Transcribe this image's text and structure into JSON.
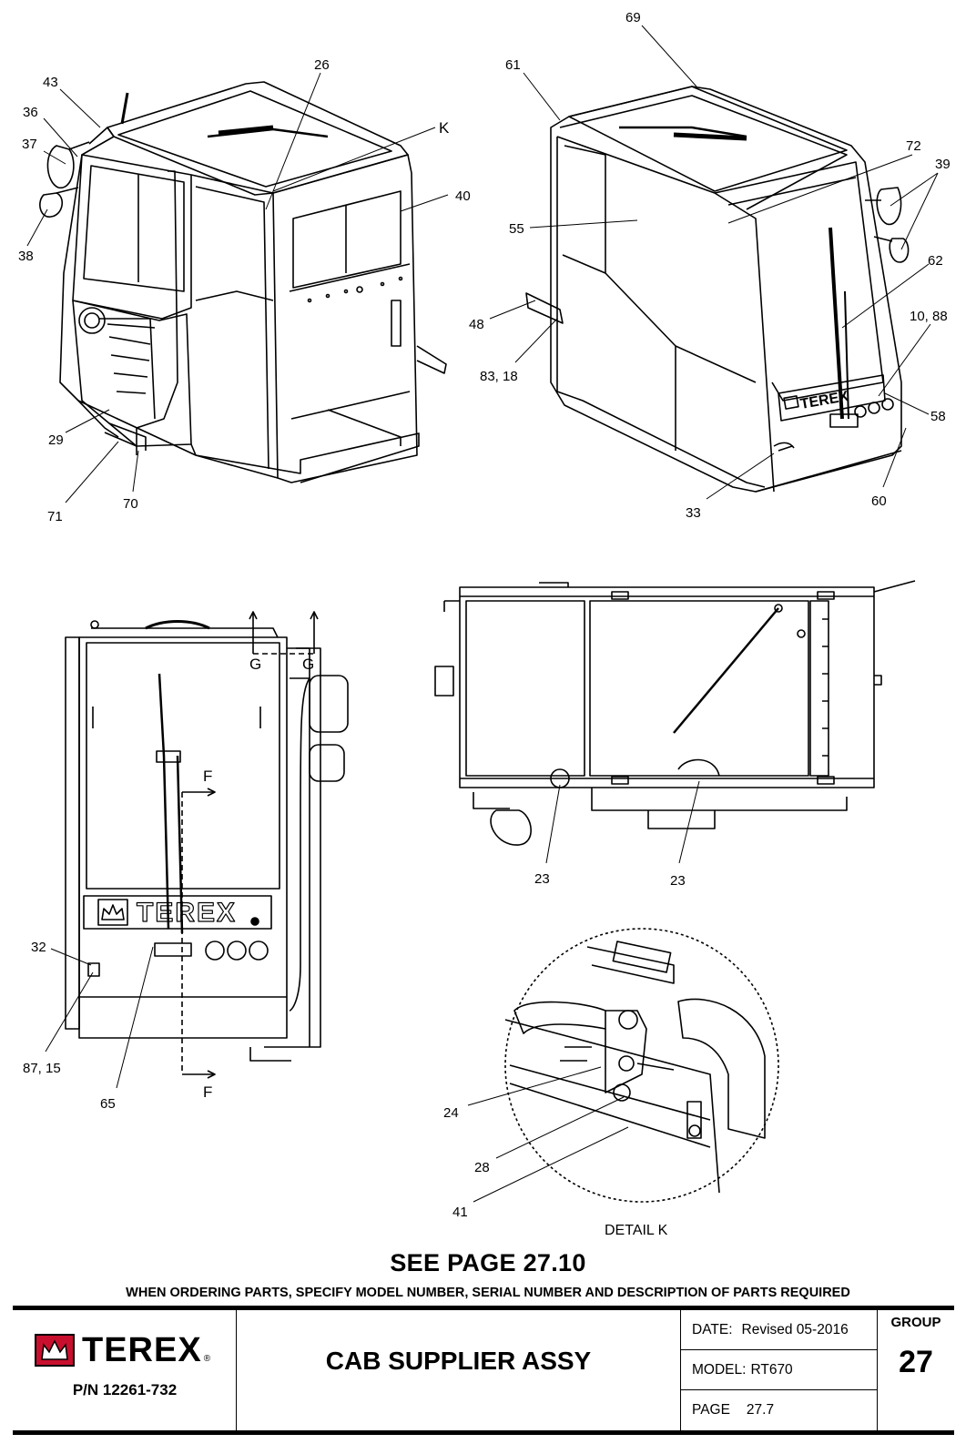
{
  "callouts": {
    "c69": "69",
    "c26": "26",
    "c61": "61",
    "c43": "43",
    "cK": "K",
    "c36": "36",
    "c72": "72",
    "c37": "37",
    "c39": "39",
    "c40": "40",
    "c55": "55",
    "c38": "38",
    "c62": "62",
    "c10_88": "10, 88",
    "c48": "48",
    "c83_18": "83, 18",
    "c58": "58",
    "c29": "29",
    "c70": "70",
    "c71": "71",
    "c33": "33",
    "c60": "60",
    "cG1": "G",
    "cG2": "G",
    "cF1": "F",
    "cF2": "F",
    "c32": "32",
    "c87_15": "87, 15",
    "c65": "65",
    "c23a": "23",
    "c23b": "23",
    "c24": "24",
    "c28": "28",
    "c41": "41"
  },
  "panel_text": {
    "detail_caption": "DETAIL K",
    "decal_text": "TEREX",
    "decal_text_small": "TEREX"
  },
  "notes": {
    "see_page": "SEE PAGE 27.10",
    "ordering": "WHEN ORDERING PARTS, SPECIFY MODEL NUMBER, SERIAL NUMBER AND DESCRIPTION OF PARTS REQUIRED"
  },
  "title_block": {
    "brand": "TEREX",
    "brand_mark": "®",
    "part_number": "P/N 12261-732",
    "title": "CAB SUPPLIER ASSY",
    "date_label": "DATE:",
    "date_value": "Revised 05-2016",
    "model_label": "MODEL:",
    "model_value": "RT670",
    "page_label": "PAGE",
    "page_value": "27.7",
    "group_label": "GROUP",
    "group_value": "27"
  },
  "colors": {
    "brand_red": "#c8102e",
    "line": "#000000"
  }
}
